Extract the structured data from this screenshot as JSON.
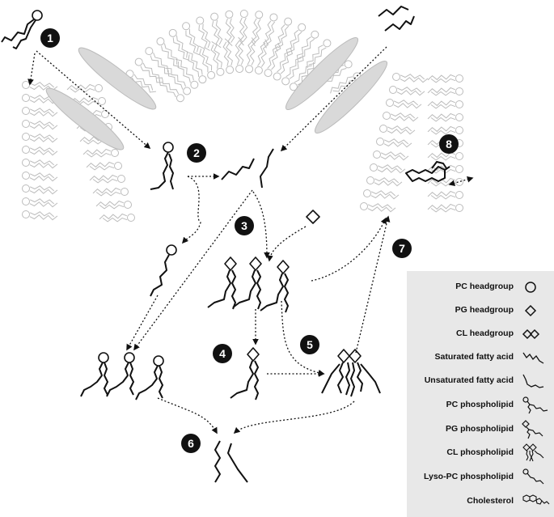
{
  "steps": [
    "1",
    "2",
    "3",
    "4",
    "5",
    "6",
    "7",
    "8"
  ],
  "legend": {
    "items": [
      {
        "label": "PC headgroup",
        "icon": "pc-headgroup-circle-icon"
      },
      {
        "label": "PG headgroup",
        "icon": "pg-headgroup-diamond-icon"
      },
      {
        "label": "CL headgroup",
        "icon": "cl-headgroup-double-diamond-icon"
      },
      {
        "label": "Saturated fatty acid",
        "icon": "saturated-fatty-acid-icon"
      },
      {
        "label": "Unsaturated fatty acid",
        "icon": "unsaturated-fatty-acid-icon"
      },
      {
        "label": "PC phospholipid",
        "icon": "pc-phospholipid-icon"
      },
      {
        "label": "PG phospholipid",
        "icon": "pg-phospholipid-icon"
      },
      {
        "label": "CL phospholipid",
        "icon": "cl-phospholipid-icon"
      },
      {
        "label": "Lyso-PC phospholipid",
        "icon": "lyso-pc-phospholipid-icon"
      },
      {
        "label": "Cholesterol",
        "icon": "cholesterol-icon"
      }
    ]
  },
  "colors": {
    "ink": "#111111",
    "membrane": "#bbbbbb",
    "protein": "#d9d9d9",
    "legend_bg": "#e8e8e8"
  }
}
